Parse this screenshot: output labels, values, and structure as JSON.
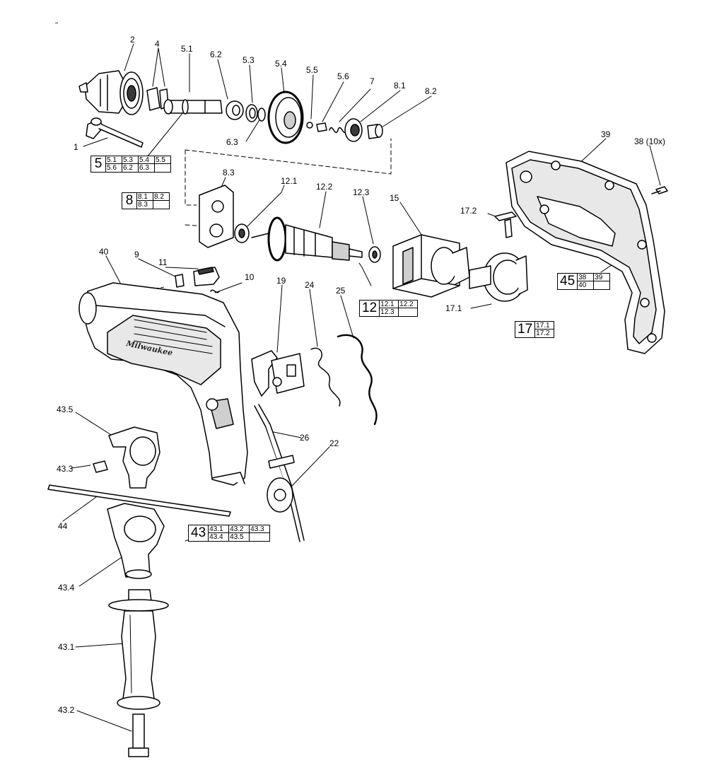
{
  "colors": {
    "ink": "#000000",
    "paper": "#ffffff",
    "shade": "#cfcfcf",
    "dark": "#3a3a3a"
  },
  "callouts": [
    {
      "id": "c2",
      "text": "2"
    },
    {
      "id": "c4",
      "text": "4"
    },
    {
      "id": "c5_1",
      "text": "5.1"
    },
    {
      "id": "c6_2",
      "text": "6.2"
    },
    {
      "id": "c5_3",
      "text": "5.3"
    },
    {
      "id": "c5_4",
      "text": "5.4"
    },
    {
      "id": "c5_5",
      "text": "5.5"
    },
    {
      "id": "c5_6",
      "text": "5.6"
    },
    {
      "id": "c7",
      "text": "7"
    },
    {
      "id": "c8_1",
      "text": "8.1"
    },
    {
      "id": "c8_2",
      "text": "8.2"
    },
    {
      "id": "c6_3",
      "text": "6.3"
    },
    {
      "id": "c1",
      "text": "1"
    },
    {
      "id": "c39",
      "text": "39"
    },
    {
      "id": "c38",
      "text": "38 (10x)"
    },
    {
      "id": "c8_3",
      "text": "8.3"
    },
    {
      "id": "c12_1",
      "text": "12.1"
    },
    {
      "id": "c12_2",
      "text": "12.2"
    },
    {
      "id": "c12_3",
      "text": "12.3"
    },
    {
      "id": "c15",
      "text": "15"
    },
    {
      "id": "c17_2",
      "text": "17.2"
    },
    {
      "id": "c40",
      "text": "40"
    },
    {
      "id": "c9",
      "text": "9"
    },
    {
      "id": "c11",
      "text": "11"
    },
    {
      "id": "c10",
      "text": "10"
    },
    {
      "id": "c19",
      "text": "19"
    },
    {
      "id": "c24",
      "text": "24"
    },
    {
      "id": "c25",
      "text": "25"
    },
    {
      "id": "c17_1",
      "text": "17.1"
    },
    {
      "id": "c43_5",
      "text": "43.5"
    },
    {
      "id": "c43_3",
      "text": "43.3"
    },
    {
      "id": "c26",
      "text": "26"
    },
    {
      "id": "c22",
      "text": "22"
    },
    {
      "id": "c44",
      "text": "44"
    },
    {
      "id": "c43_4",
      "text": "43.4"
    },
    {
      "id": "c43_1",
      "text": "43.1"
    },
    {
      "id": "c43_2",
      "text": "43.2"
    }
  ],
  "groups": [
    {
      "id": "g5",
      "number": "5",
      "cols": 4,
      "cells": [
        "5.1",
        "5.3",
        "5.4",
        "5.5",
        "5.6",
        "6.2",
        "6.3",
        ""
      ]
    },
    {
      "id": "g8",
      "number": "8",
      "cols": 2,
      "cells": [
        "8.1",
        "8.2",
        "8.3",
        ""
      ]
    },
    {
      "id": "g12",
      "number": "12",
      "cols": 2,
      "cells": [
        "12.1",
        "12.2",
        "12.3",
        ""
      ]
    },
    {
      "id": "g17",
      "number": "17",
      "cols": 1,
      "cells": [
        "17.1",
        "17.2"
      ]
    },
    {
      "id": "g45",
      "number": "45",
      "cols": 2,
      "cells": [
        "38",
        "39",
        "40",
        ""
      ]
    },
    {
      "id": "g43",
      "number": "43",
      "cols": 3,
      "cells": [
        "43.1",
        "43.2",
        "43.3",
        "43.4",
        "43.5",
        ""
      ]
    }
  ],
  "brand_logo_text": "Milwaukee"
}
